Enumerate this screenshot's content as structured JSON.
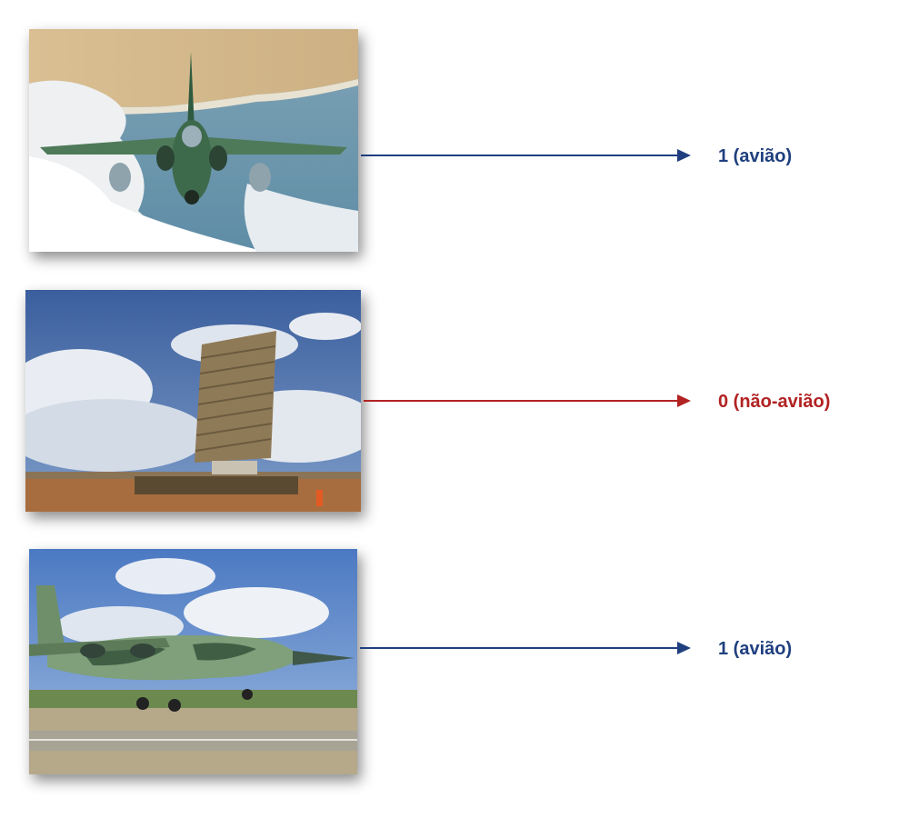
{
  "colors": {
    "positive": "#1f3f7f",
    "negative": "#b22222"
  },
  "rows": [
    {
      "image": "fighter-jet-photo",
      "label": "1 (avião)",
      "class": "positive"
    },
    {
      "image": "radar-antenna-photo",
      "label": "0 (não-avião)",
      "class": "negative"
    },
    {
      "image": "cargo-plane-photo",
      "label": "1 (avião)",
      "class": "positive"
    }
  ]
}
